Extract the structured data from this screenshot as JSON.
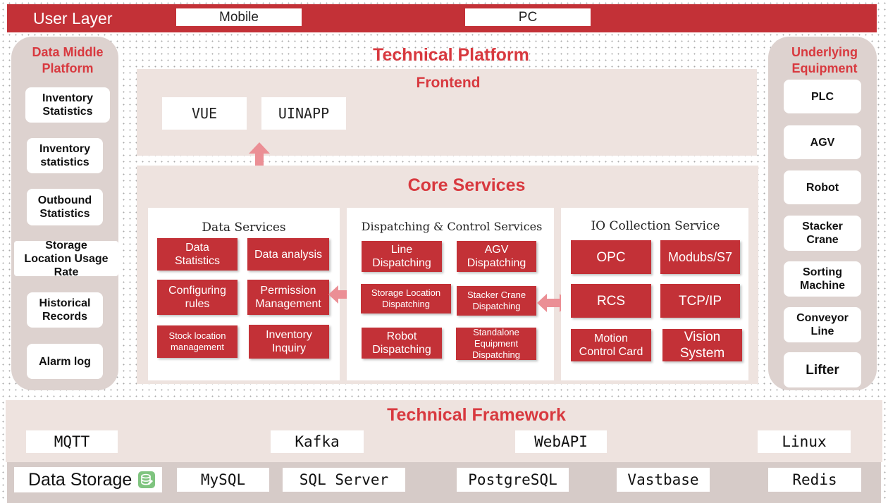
{
  "user_layer": {
    "title": "User Layer",
    "mobile_label": "Mobile",
    "pc_label": "PC"
  },
  "data_middle_platform": {
    "title_lines": [
      "Data Middle",
      "Platform"
    ],
    "items": [
      [
        "Inventory",
        "Statistics"
      ],
      [
        "Inventory",
        "statistics"
      ],
      [
        "Outbound",
        "Statistics"
      ],
      [
        "Storage",
        "Location Usage",
        "Rate"
      ],
      [
        "Historical",
        "Records"
      ],
      [
        "Alarm log"
      ]
    ]
  },
  "underlying_equipment": {
    "title_lines": [
      "Underlying",
      "Equipment"
    ],
    "items": [
      [
        "PLC"
      ],
      [
        "AGV"
      ],
      [
        "Robot"
      ],
      [
        "Stacker",
        "Crane"
      ],
      [
        "Sorting",
        "Machine"
      ],
      [
        "Conveyor",
        "Line"
      ],
      [
        "Lifter"
      ]
    ]
  },
  "technical_platform": {
    "title": "Technical Platform",
    "frontend": {
      "title": "Frontend",
      "items": [
        "VUE",
        "UINAPP"
      ]
    },
    "core_services": {
      "title": "Core Services",
      "data_services": {
        "title": "Data Services",
        "items": [
          [
            "Data",
            "Statistics"
          ],
          [
            "Data analysis"
          ],
          [
            "Configuring",
            "rules"
          ],
          [
            "Permission",
            "Management"
          ],
          [
            "Stock location",
            "management"
          ],
          [
            "Inventory",
            "Inquiry"
          ]
        ]
      },
      "dispatching_services": {
        "title": "Dispatching & Control Services",
        "items": [
          [
            "Line",
            "Dispatching"
          ],
          [
            "AGV",
            "Dispatching"
          ],
          [
            "Storage Location",
            "Dispatching"
          ],
          [
            "Stacker Crane",
            "Dispatching"
          ],
          [
            "Robot",
            "Dispatching"
          ],
          [
            "Standalone",
            "Equipment",
            "Dispatching"
          ]
        ]
      },
      "io_services": {
        "title": "IO Collection Service",
        "items": [
          [
            "OPC"
          ],
          [
            "Modubs/S7"
          ],
          [
            "RCS"
          ],
          [
            "TCP/IP"
          ],
          [
            "Motion",
            "Control Card"
          ],
          [
            "Vision",
            "System"
          ]
        ]
      }
    }
  },
  "technical_framework": {
    "title": "Technical Framework",
    "items": [
      "MQTT",
      "Kafka",
      "WebAPI",
      "Linux"
    ]
  },
  "data_storage": {
    "label": "Data Storage",
    "icon": "database-icon",
    "items": [
      "MySQL",
      "SQL Server",
      "PostgreSQL",
      "Vastbase",
      "Redis"
    ]
  },
  "colors": {
    "accent_red": "#c33137",
    "title_red": "#d8393f",
    "panel_gray": "#ddd2cf",
    "panel_pink": "#eee3df",
    "arrow_pink": "#eb8f95"
  }
}
